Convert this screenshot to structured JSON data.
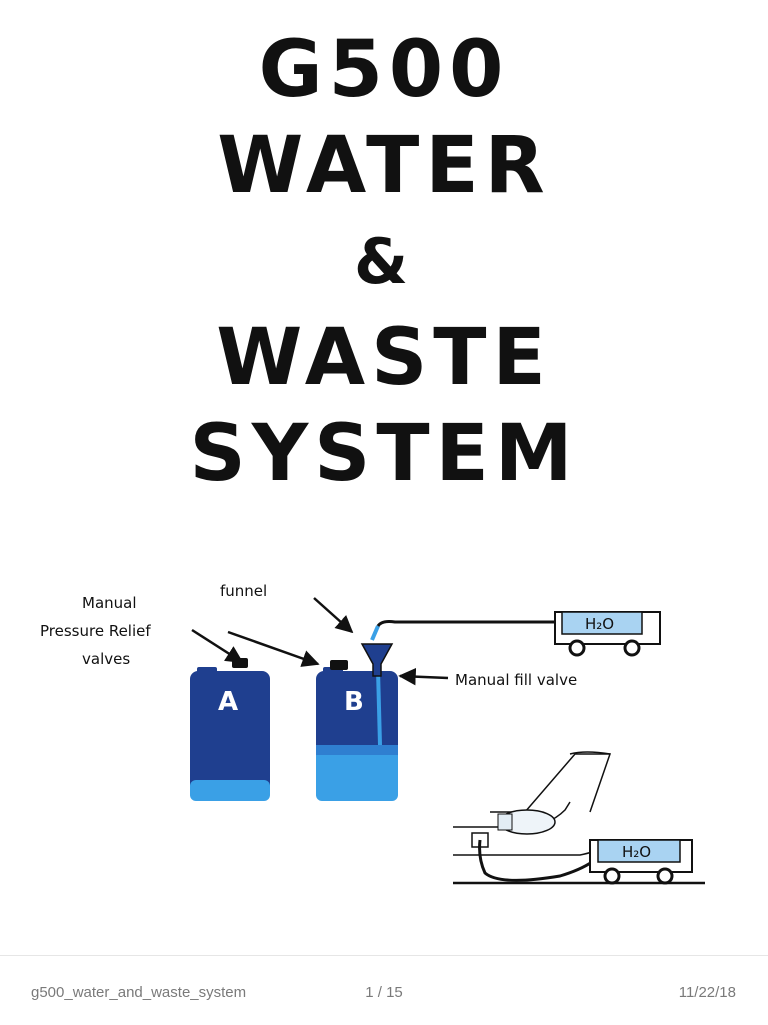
{
  "title": {
    "line1": "G500",
    "line2": "WATER",
    "line3": "&",
    "line4": "WASTE",
    "line5": "SYSTEM"
  },
  "diagram": {
    "label_pressure_relief": [
      "Manual",
      "Pressure Relief",
      "valves"
    ],
    "label_funnel": "funnel",
    "label_fill_valve": "Manual fill valve",
    "tank_a": "A",
    "tank_b": "B",
    "truck_label": "H₂O",
    "colors": {
      "tank_dark": "#1f3f8f",
      "tank_water": "#3aa0e6",
      "truck_tank": "#a9d3f2",
      "ink": "#111111"
    }
  },
  "footer": {
    "filename": "g500_water_and_waste_system",
    "page": "1 / 15",
    "date": "11/22/18"
  }
}
